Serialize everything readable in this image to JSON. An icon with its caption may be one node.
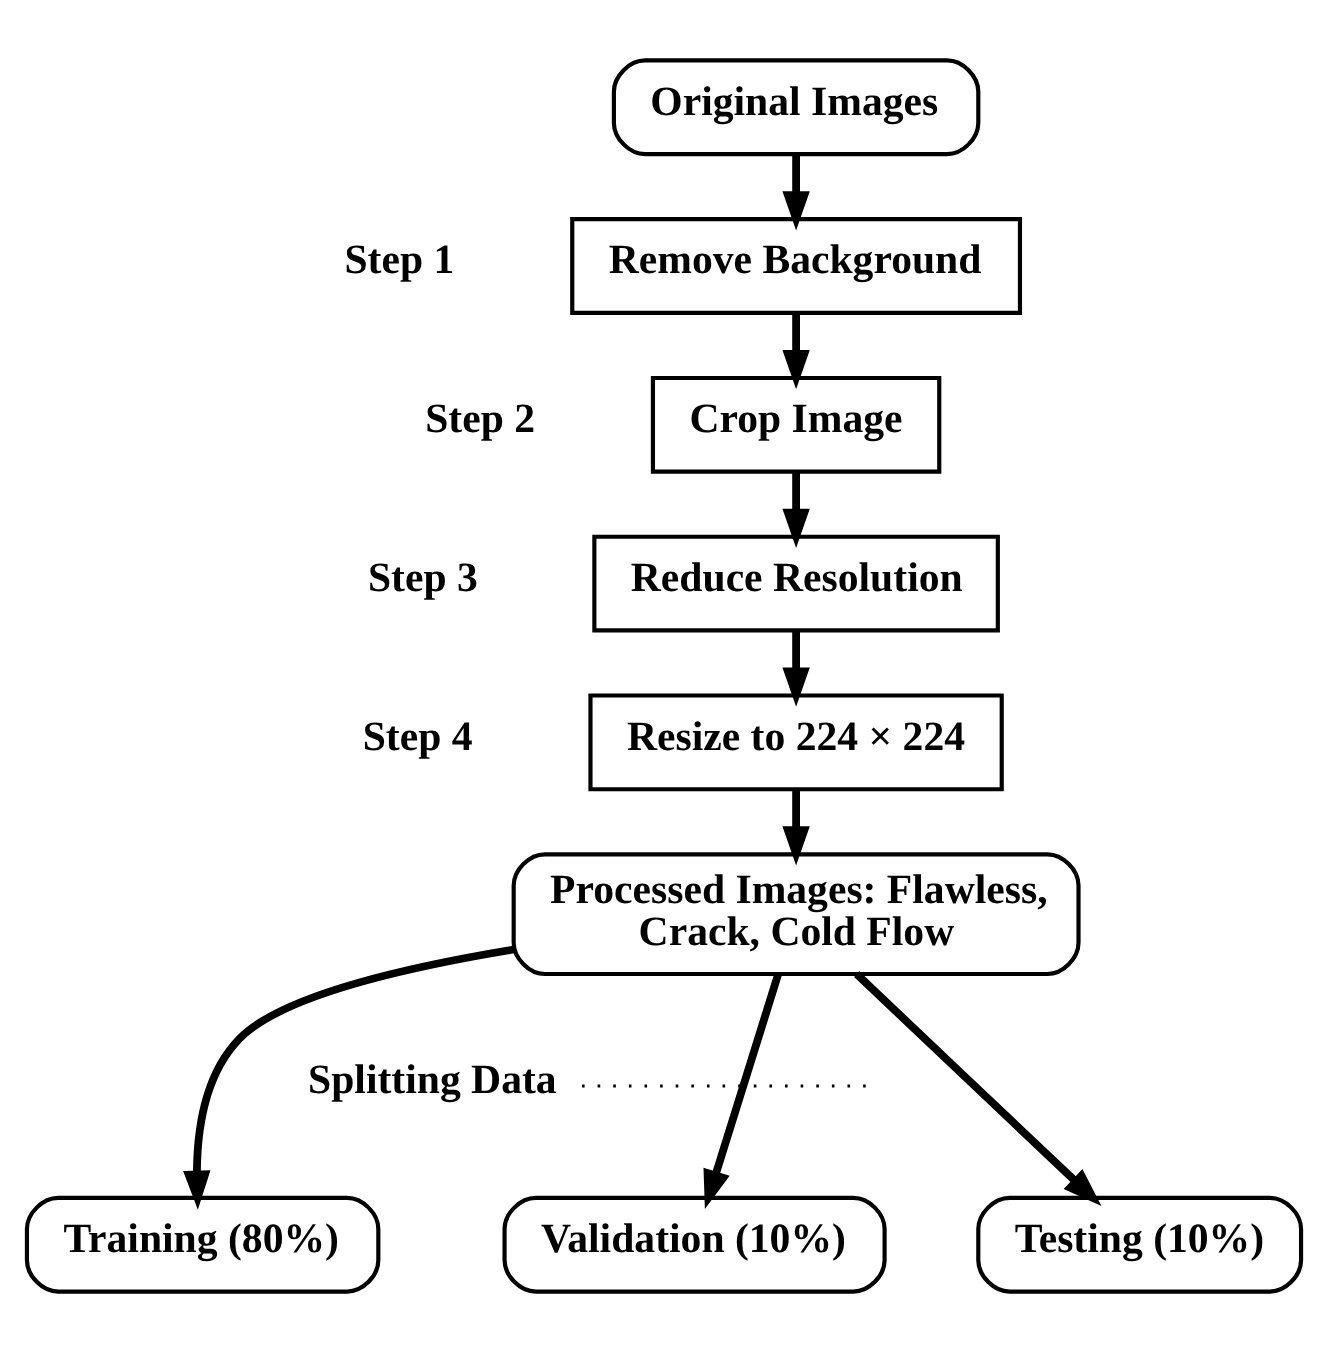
{
  "diagram": {
    "nodes": [
      {
        "text": [
          "Original Images"
        ]
      },
      {
        "text": [
          "Remove Background"
        ],
        "beside": [
          "Step 1"
        ]
      },
      {
        "text": [
          "Crop Image"
        ],
        "beside": [
          "Step 2"
        ]
      },
      {
        "text": [
          "Reduce Resolution"
        ],
        "beside": [
          "Step 3"
        ]
      },
      {
        "text": [
          "Resize to 224 × 224"
        ],
        "beside": [
          "Step 4"
        ]
      },
      {
        "text": [
          "Processed Images: Flawless, Crack, Cold Flow"
        ]
      },
      {
        "text": [
          "Training (80%)"
        ]
      },
      {
        "text": [
          "Validation (10%)"
        ]
      },
      {
        "text": [
          "Testing (10%)"
        ]
      },
      {
        "text": [
          "Splitting Data"
        ]
      }
    ],
    "edges": [
      {
        "from": 0,
        "to": 1,
        "arrow": "to"
      },
      {
        "from": 1,
        "to": 2,
        "arrow": "to"
      },
      {
        "from": 2,
        "to": 3,
        "arrow": "to"
      },
      {
        "from": 3,
        "to": 4,
        "arrow": "to"
      },
      {
        "from": 4,
        "to": 5,
        "arrow": "to"
      },
      {
        "from": 5,
        "to": 6,
        "arrow": "to"
      },
      {
        "from": 5,
        "to": 7,
        "arrow": "to"
      },
      {
        "from": 5,
        "to": 8,
        "arrow": "to"
      },
      {
        "from": 9,
        "to": null,
        "arrow": "none",
        "style": "dashed"
      }
    ]
  }
}
